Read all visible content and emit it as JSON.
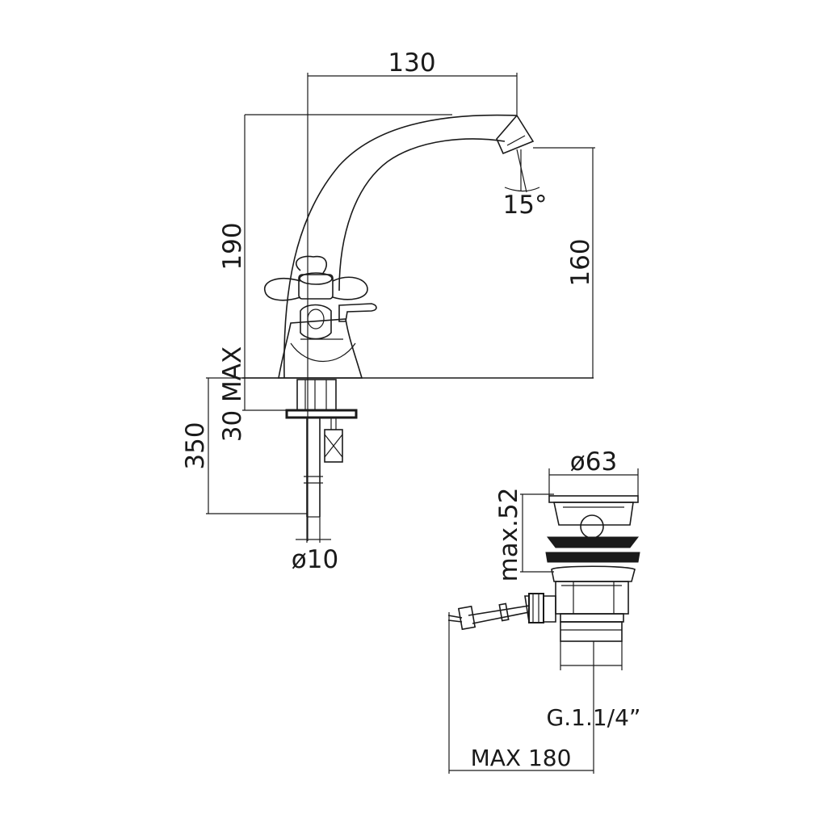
{
  "dimensions": {
    "spout_reach": "130",
    "total_height": "190",
    "spout_height": "160",
    "spout_angle": "15°",
    "deck_thickness": "30 MAX",
    "hose_length": "350",
    "hose_diameter": "ø10",
    "waste_diameter": "ø63",
    "waste_height": "max.52",
    "waste_thread": "G.1.1/4”",
    "rod_length": "MAX 180"
  },
  "colors": {
    "line": "#1a1a1a",
    "background": "#ffffff"
  }
}
